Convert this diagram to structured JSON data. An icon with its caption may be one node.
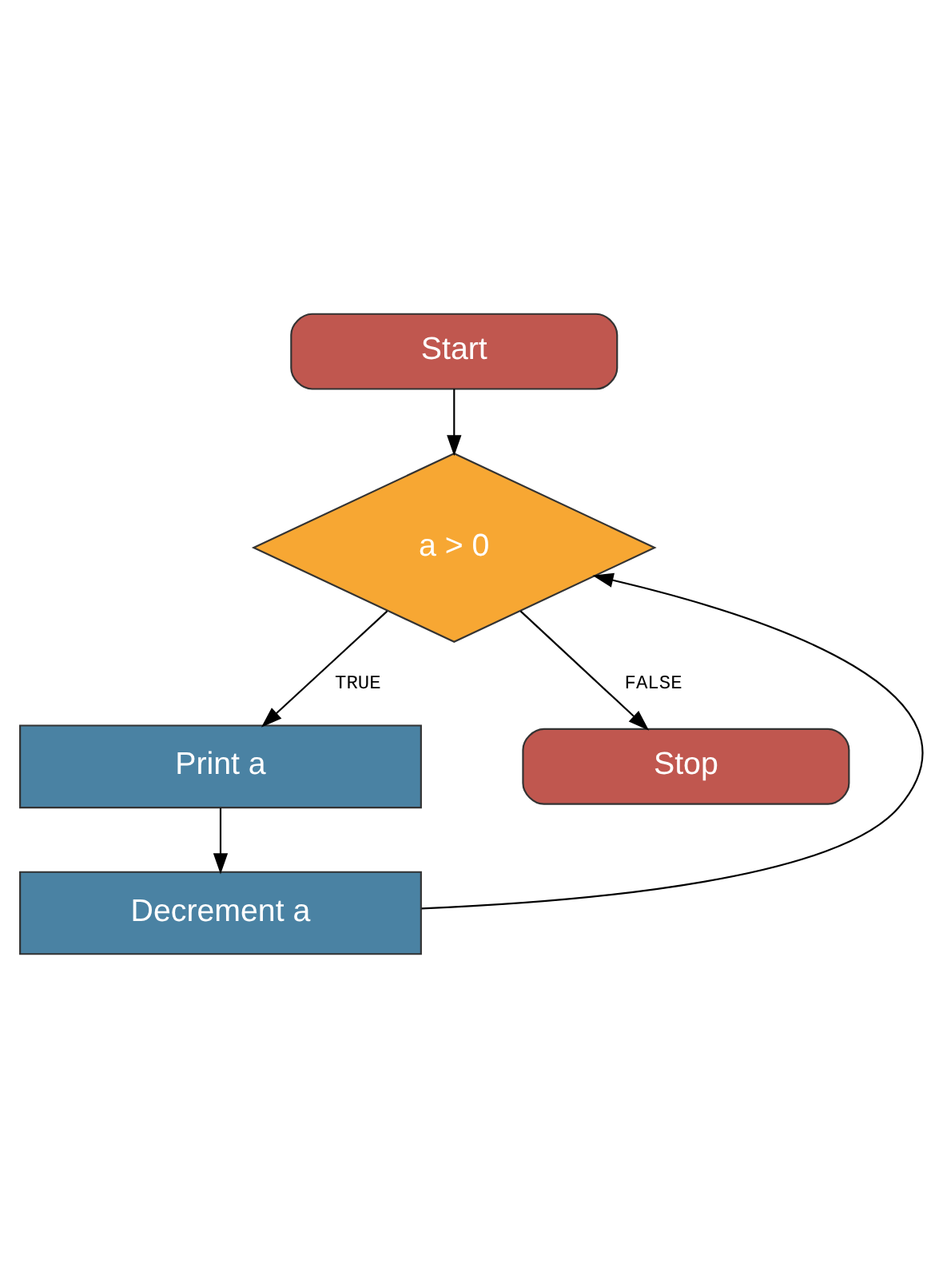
{
  "diagram": {
    "nodes": [
      {
        "text": [
          "Start"
        ]
      },
      {
        "text": [
          "a > 0"
        ]
      },
      {
        "text": [
          "Print a"
        ]
      },
      {
        "text": [
          "Decrement a"
        ]
      },
      {
        "text": [
          "Stop"
        ]
      }
    ],
    "edges": [
      {
        "from": 0,
        "to": 1,
        "arrow": "to"
      },
      {
        "from": 1,
        "to": 2,
        "arrow": "to",
        "label": "TRUE"
      },
      {
        "from": 2,
        "to": 3,
        "arrow": "to"
      },
      {
        "from": 3,
        "to": 1,
        "arrow": "to"
      },
      {
        "from": 1,
        "to": 4,
        "arrow": "to",
        "label": "FALSE"
      }
    ]
  }
}
